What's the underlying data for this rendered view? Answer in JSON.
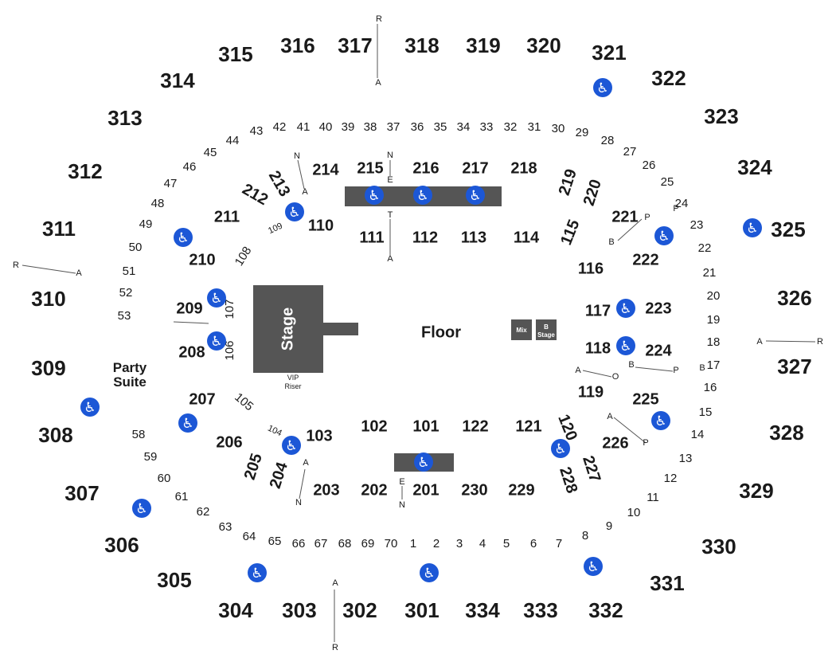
{
  "venue": {
    "floor_label": "Floor",
    "stage_label": "Stage",
    "riser_line1": "VIP",
    "riser_line2": "Riser",
    "mix_label": "Mix",
    "bstage_line1": "B",
    "bstage_line2": "Stage",
    "party_line1": "Party",
    "party_line2": "Suite"
  },
  "icons": {
    "wheelchair": "wheelchair-icon",
    "accessible_color": "#1c57d6",
    "structure_color": "#555555"
  },
  "labels": [
    {
      "text": "315",
      "size": "l"
    },
    {
      "text": "316",
      "size": "l"
    },
    {
      "text": "317",
      "size": "l"
    },
    {
      "text": "318",
      "size": "l"
    },
    {
      "text": "319",
      "size": "l"
    },
    {
      "text": "320",
      "size": "l"
    },
    {
      "text": "321",
      "size": "l"
    },
    {
      "text": "322",
      "size": "l"
    },
    {
      "text": "323",
      "size": "l"
    },
    {
      "text": "324",
      "size": "l"
    },
    {
      "text": "325",
      "size": "l"
    },
    {
      "text": "326",
      "size": "l"
    },
    {
      "text": "327",
      "size": "l"
    },
    {
      "text": "328",
      "size": "l"
    },
    {
      "text": "329",
      "size": "l"
    },
    {
      "text": "330",
      "size": "l"
    },
    {
      "text": "331",
      "size": "l"
    },
    {
      "text": "332",
      "size": "l"
    },
    {
      "text": "333",
      "size": "l"
    },
    {
      "text": "334",
      "size": "l"
    },
    {
      "text": "301",
      "size": "l"
    },
    {
      "text": "302",
      "size": "l"
    },
    {
      "text": "303",
      "size": "l"
    },
    {
      "text": "304",
      "size": "l"
    },
    {
      "text": "305",
      "size": "l"
    },
    {
      "text": "306",
      "size": "l"
    },
    {
      "text": "307",
      "size": "l"
    },
    {
      "text": "308",
      "size": "l"
    },
    {
      "text": "309",
      "size": "l"
    },
    {
      "text": "310",
      "size": "l"
    },
    {
      "text": "311",
      "size": "l"
    },
    {
      "text": "312",
      "size": "l"
    },
    {
      "text": "313",
      "size": "l"
    },
    {
      "text": "314",
      "size": "l"
    },
    {
      "text": "214",
      "size": "m"
    },
    {
      "text": "215",
      "size": "m"
    },
    {
      "text": "216",
      "size": "m"
    },
    {
      "text": "217",
      "size": "m"
    },
    {
      "text": "218",
      "size": "m"
    },
    {
      "text": "219",
      "size": "m"
    },
    {
      "text": "220",
      "size": "m"
    },
    {
      "text": "221",
      "size": "m"
    },
    {
      "text": "222",
      "size": "m"
    },
    {
      "text": "223",
      "size": "m"
    },
    {
      "text": "224",
      "size": "m"
    },
    {
      "text": "225",
      "size": "m"
    },
    {
      "text": "226",
      "size": "m"
    },
    {
      "text": "227",
      "size": "m"
    },
    {
      "text": "228",
      "size": "m"
    },
    {
      "text": "229",
      "size": "m"
    },
    {
      "text": "230",
      "size": "m"
    },
    {
      "text": "201",
      "size": "m"
    },
    {
      "text": "202",
      "size": "m"
    },
    {
      "text": "203",
      "size": "m"
    },
    {
      "text": "204",
      "size": "m"
    },
    {
      "text": "205",
      "size": "m"
    },
    {
      "text": "206",
      "size": "m"
    },
    {
      "text": "207",
      "size": "m"
    },
    {
      "text": "208",
      "size": "m"
    },
    {
      "text": "209",
      "size": "m"
    },
    {
      "text": "210",
      "size": "m"
    },
    {
      "text": "211",
      "size": "m"
    },
    {
      "text": "212",
      "size": "m"
    },
    {
      "text": "213",
      "size": "m"
    },
    {
      "text": "110",
      "size": "m"
    },
    {
      "text": "111",
      "size": "m"
    },
    {
      "text": "112",
      "size": "m"
    },
    {
      "text": "113",
      "size": "m"
    },
    {
      "text": "114",
      "size": "m"
    },
    {
      "text": "115",
      "size": "m"
    },
    {
      "text": "116",
      "size": "m"
    },
    {
      "text": "117",
      "size": "m"
    },
    {
      "text": "118",
      "size": "m"
    },
    {
      "text": "119",
      "size": "m"
    },
    {
      "text": "120",
      "size": "m"
    },
    {
      "text": "121",
      "size": "m"
    },
    {
      "text": "122",
      "size": "m"
    },
    {
      "text": "101",
      "size": "m"
    },
    {
      "text": "102",
      "size": "m"
    },
    {
      "text": "103",
      "size": "m"
    },
    {
      "text": "104",
      "size": "t"
    },
    {
      "text": "105",
      "size": "s"
    },
    {
      "text": "106",
      "size": "s"
    },
    {
      "text": "107",
      "size": "s"
    },
    {
      "text": "108",
      "size": "s"
    },
    {
      "text": "109",
      "size": "t"
    },
    {
      "text": "42",
      "size": "s"
    },
    {
      "text": "41",
      "size": "s"
    },
    {
      "text": "40",
      "size": "s"
    },
    {
      "text": "39",
      "size": "s"
    },
    {
      "text": "38",
      "size": "s"
    },
    {
      "text": "37",
      "size": "s"
    },
    {
      "text": "36",
      "size": "s"
    },
    {
      "text": "35",
      "size": "s"
    },
    {
      "text": "34",
      "size": "s"
    },
    {
      "text": "33",
      "size": "s"
    },
    {
      "text": "32",
      "size": "s"
    },
    {
      "text": "31",
      "size": "s"
    },
    {
      "text": "30",
      "size": "s"
    },
    {
      "text": "29",
      "size": "s"
    },
    {
      "text": "28",
      "size": "s"
    },
    {
      "text": "27",
      "size": "s"
    },
    {
      "text": "26",
      "size": "s"
    },
    {
      "text": "25",
      "size": "s"
    },
    {
      "text": "24",
      "size": "s"
    },
    {
      "text": "23",
      "size": "s"
    },
    {
      "text": "22",
      "size": "s"
    },
    {
      "text": "21",
      "size": "s"
    },
    {
      "text": "20",
      "size": "s"
    },
    {
      "text": "19",
      "size": "s"
    },
    {
      "text": "18",
      "size": "s"
    },
    {
      "text": "17",
      "size": "s"
    },
    {
      "text": "16",
      "size": "s"
    },
    {
      "text": "15",
      "size": "s"
    },
    {
      "text": "14",
      "size": "s"
    },
    {
      "text": "13",
      "size": "s"
    },
    {
      "text": "12",
      "size": "s"
    },
    {
      "text": "11",
      "size": "s"
    },
    {
      "text": "10",
      "size": "s"
    },
    {
      "text": "9",
      "size": "s"
    },
    {
      "text": "8",
      "size": "s"
    },
    {
      "text": "7",
      "size": "s"
    },
    {
      "text": "6",
      "size": "s"
    },
    {
      "text": "5",
      "size": "s"
    },
    {
      "text": "4",
      "size": "s"
    },
    {
      "text": "3",
      "size": "s"
    },
    {
      "text": "2",
      "size": "s"
    },
    {
      "text": "1",
      "size": "s"
    },
    {
      "text": "70",
      "size": "s"
    },
    {
      "text": "69",
      "size": "s"
    },
    {
      "text": "68",
      "size": "s"
    },
    {
      "text": "67",
      "size": "s"
    },
    {
      "text": "66",
      "size": "s"
    },
    {
      "text": "65",
      "size": "s"
    },
    {
      "text": "64",
      "size": "s"
    },
    {
      "text": "63",
      "size": "s"
    },
    {
      "text": "62",
      "size": "s"
    },
    {
      "text": "61",
      "size": "s"
    },
    {
      "text": "60",
      "size": "s"
    },
    {
      "text": "59",
      "size": "s"
    },
    {
      "text": "58",
      "size": "s"
    },
    {
      "text": "53",
      "size": "s"
    },
    {
      "text": "52",
      "size": "s"
    },
    {
      "text": "51",
      "size": "s"
    },
    {
      "text": "50",
      "size": "s"
    },
    {
      "text": "49",
      "size": "s"
    },
    {
      "text": "48",
      "size": "s"
    },
    {
      "text": "47",
      "size": "s"
    },
    {
      "text": "46",
      "size": "s"
    },
    {
      "text": "45",
      "size": "s"
    },
    {
      "text": "44",
      "size": "s"
    },
    {
      "text": "43",
      "size": "s"
    },
    {
      "text": "R",
      "size": "t"
    },
    {
      "text": "A",
      "size": "t"
    },
    {
      "text": "R",
      "size": "t"
    },
    {
      "text": "A",
      "size": "t"
    },
    {
      "text": "A",
      "size": "t"
    },
    {
      "text": "R",
      "size": "t"
    },
    {
      "text": "A",
      "size": "t"
    },
    {
      "text": "R",
      "size": "t"
    },
    {
      "text": "N",
      "size": "t"
    },
    {
      "text": "A",
      "size": "t"
    },
    {
      "text": "N",
      "size": "t"
    },
    {
      "text": "E",
      "size": "t"
    },
    {
      "text": "T",
      "size": "t"
    },
    {
      "text": "A",
      "size": "t"
    },
    {
      "text": "P",
      "size": "t"
    },
    {
      "text": "B",
      "size": "t"
    },
    {
      "text": "P",
      "size": "t"
    },
    {
      "text": "B",
      "size": "t"
    },
    {
      "text": "A",
      "size": "t"
    },
    {
      "text": "O",
      "size": "t"
    },
    {
      "text": "B",
      "size": "t"
    },
    {
      "text": "P",
      "size": "t"
    },
    {
      "text": "A",
      "size": "t"
    },
    {
      "text": "P",
      "size": "t"
    },
    {
      "text": "A",
      "size": "t"
    },
    {
      "text": "N",
      "size": "t"
    },
    {
      "text": "E",
      "size": "t"
    },
    {
      "text": "N",
      "size": "t"
    }
  ]
}
